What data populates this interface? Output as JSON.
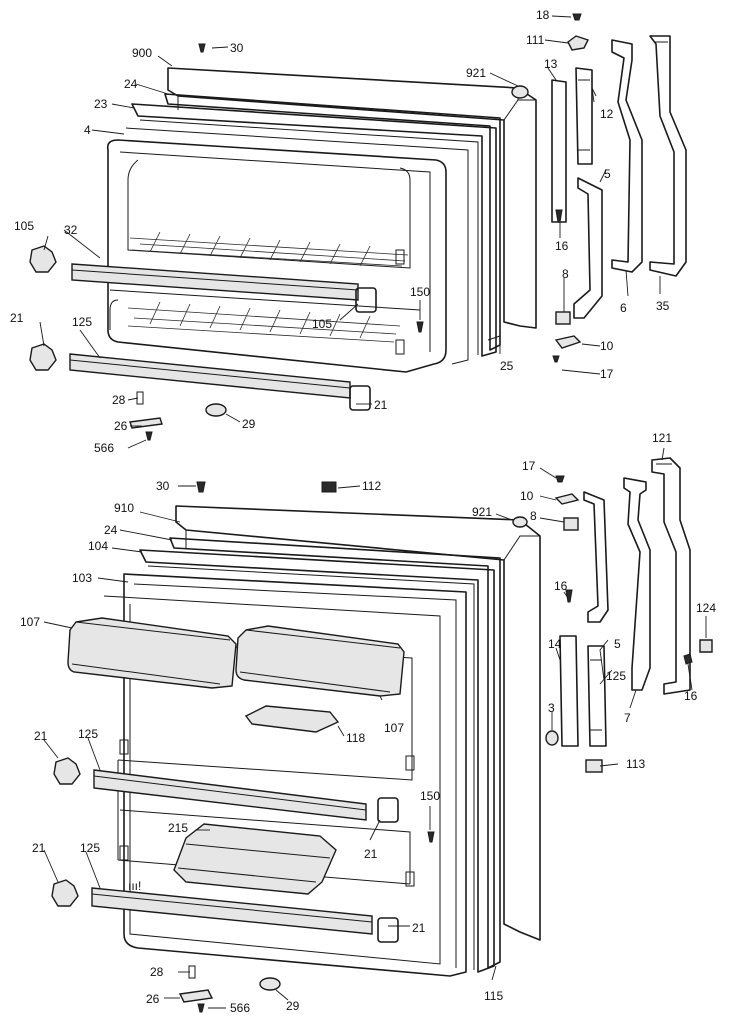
{
  "diagram": {
    "labels": {
      "l18": "18",
      "l111": "111",
      "l900": "900",
      "l30a": "30",
      "l921a": "921",
      "l13": "13",
      "l24a": "24",
      "l23": "23",
      "l12": "12",
      "l4": "4",
      "l5a": "5",
      "l105a": "105",
      "l32": "32",
      "l16a": "16",
      "l8a": "8",
      "l150a": "150",
      "l105b": "105",
      "l6": "6",
      "l35": "35",
      "l21a": "21",
      "l125a": "125",
      "l10a": "10",
      "l25": "25",
      "l17a": "17",
      "l28a": "28",
      "l21b": "21",
      "l26a": "26",
      "l29a": "29",
      "l566a": "566",
      "l30b": "30",
      "l112": "112",
      "l17b": "17",
      "l121": "121",
      "l10b": "10",
      "l910": "910",
      "l921b": "921",
      "l8b": "8",
      "l24b": "24",
      "l104": "104",
      "l103": "103",
      "l16b": "16",
      "l124": "124",
      "l107a": "107",
      "l14": "14",
      "l5b": "5",
      "l125b": "125",
      "l16c": "16",
      "l3": "3",
      "l7": "7",
      "l107b": "107",
      "l118": "118",
      "l21c": "21",
      "l125c": "125",
      "l113": "113",
      "l150b": "150",
      "l215": "215",
      "l21d": "21",
      "l21e": "21",
      "l125d": "125",
      "l21f": "21",
      "l28b": "28",
      "l26b": "26",
      "l566b": "566",
      "l29b": "29",
      "l115": "115"
    }
  }
}
